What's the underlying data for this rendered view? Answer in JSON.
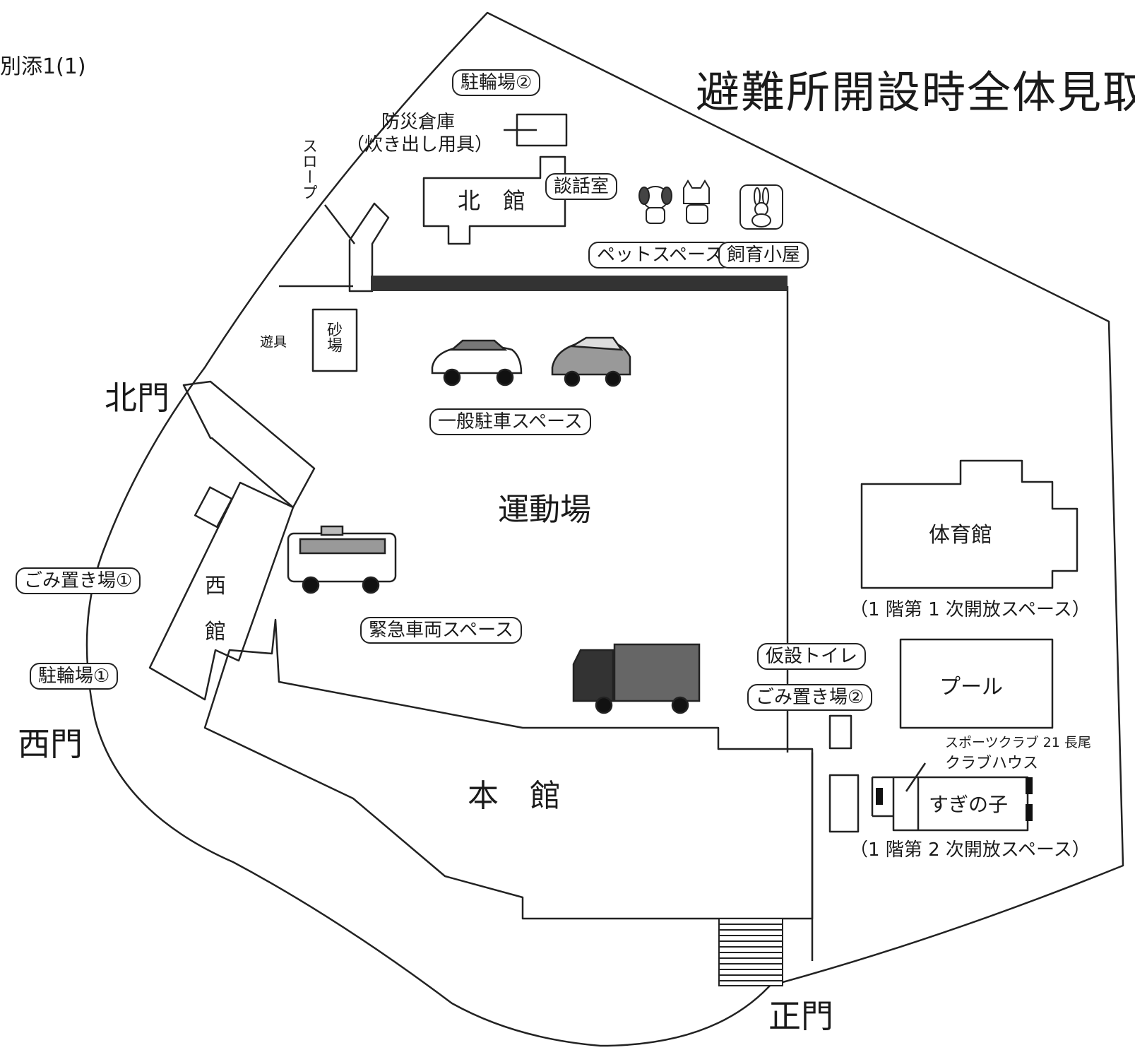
{
  "map": {
    "doc_ref": "別添1(1)",
    "title": "避難所開設時全体見取",
    "gates": {
      "north": "北門",
      "west": "西門",
      "main": "正門"
    },
    "buildings": {
      "north_hall": "北　館",
      "west_hall_top": "西",
      "west_hall_bottom": "館",
      "main_hall": "本　館",
      "gym": "体育館",
      "pool": "プール",
      "sugi_no_ko": "すぎの子"
    },
    "areas": {
      "playground": "運動場",
      "sandbox": "砂場",
      "tools": "遊具",
      "slope": "スロープ",
      "disaster_storage": "防災倉庫",
      "disaster_storage_note": "（炊き出し用具）",
      "sports_club": "スポーツクラブ 21 長尾",
      "club_house": "クラブハウス",
      "gym_note": "（1 階第 1 次開放スペース）",
      "sugi_note": "（1 階第 2 次開放スペース）"
    },
    "labels": {
      "bike_parking_2": "駐輪場②",
      "bike_parking_1": "駐輪場①",
      "talk_room": "談話室",
      "pet_space": "ペットスペース",
      "animal_hut": "飼育小屋",
      "general_parking": "一般駐車スペース",
      "emergency_vehicle": "緊急車両スペース",
      "garbage_1": "ごみ置き場①",
      "garbage_2": "ごみ置き場②",
      "temp_toilet": "仮設トイレ"
    },
    "icons": [
      "dog-icon",
      "cat-icon",
      "rabbit-icon",
      "car-icon",
      "car-icon",
      "bus-icon",
      "truck-icon"
    ]
  }
}
